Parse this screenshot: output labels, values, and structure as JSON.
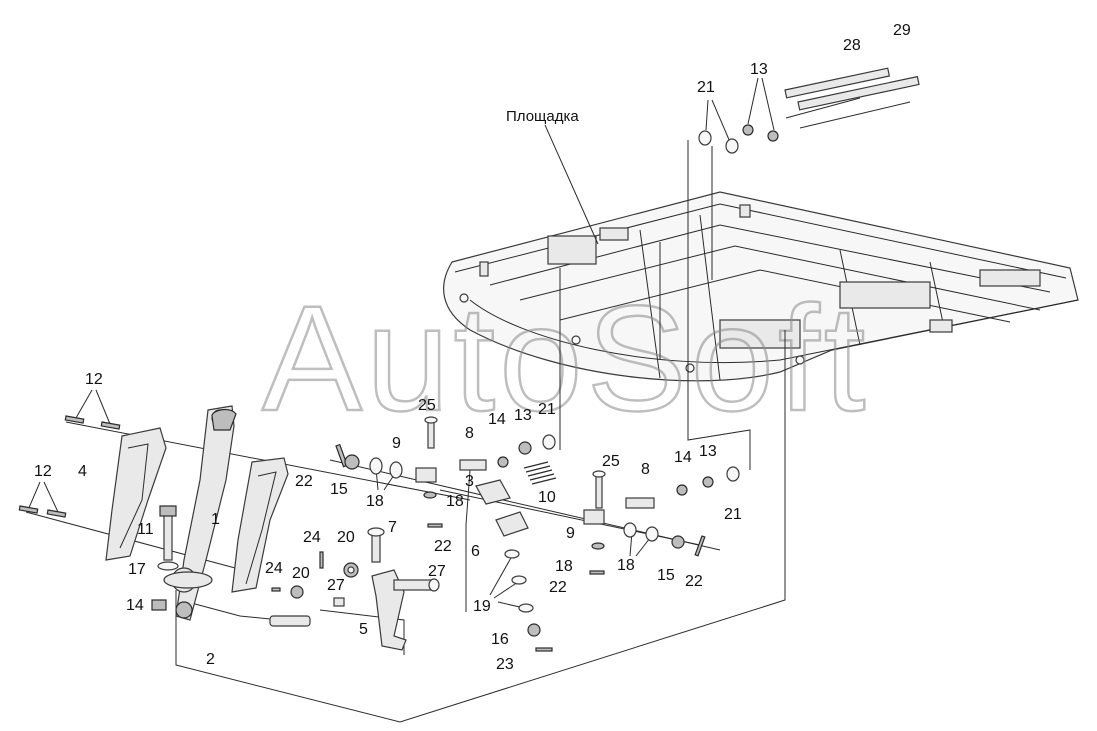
{
  "diagram": {
    "platform_label": "Площадка",
    "watermark": "AutoSoft",
    "callouts": {
      "c28": "28",
      "c29": "29",
      "c21a": "21",
      "c13a": "13",
      "c12a": "12",
      "c12b": "12",
      "c4": "4",
      "c1": "1",
      "c11": "11",
      "c17": "17",
      "c14a": "14",
      "c2": "2",
      "c25a": "25",
      "c14b": "14",
      "c13b": "13",
      "c21b": "21",
      "c9a": "9",
      "c8a": "8",
      "c3": "3",
      "c10": "10",
      "c22a": "22",
      "c15a": "15",
      "c18a": "18",
      "c18b": "18",
      "c22b": "22",
      "c24a": "24",
      "c20a": "20",
      "c7": "7",
      "c24b": "24",
      "c20b": "20",
      "c27a": "27",
      "c27b": "27",
      "c5": "5",
      "c6": "6",
      "c25b": "25",
      "c8b": "8",
      "c14c": "14",
      "c13c": "13",
      "c21c": "21",
      "c9b": "9",
      "c18c": "18",
      "c22c": "22",
      "c18d": "18",
      "c15b": "15",
      "c22d": "22",
      "c19": "19",
      "c16": "16",
      "c23": "23"
    }
  }
}
